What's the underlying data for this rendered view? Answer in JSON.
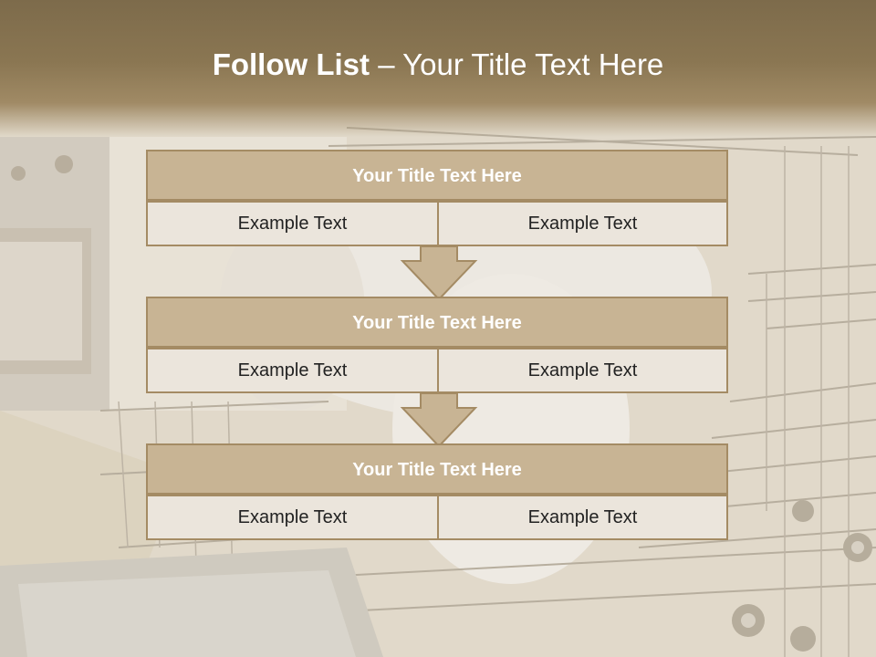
{
  "slide": {
    "title_strong": "Follow List",
    "title_rest": " – Your Title Text Here"
  },
  "blocks": [
    {
      "title": "Your Title Text Here",
      "left": "Example Text",
      "right": "Example Text"
    },
    {
      "title": "Your Title Text Here",
      "left": "Example Text",
      "right": "Example Text"
    },
    {
      "title": "Your Title Text Here",
      "left": "Example Text",
      "right": "Example Text"
    }
  ],
  "colors": {
    "header_band": "#8a7652",
    "box_fill": "#c8b494",
    "box_border": "#a48b64",
    "cell_fill": "#ebe5dc"
  },
  "icons": [
    "down-arrow-icon",
    "down-arrow-icon"
  ]
}
